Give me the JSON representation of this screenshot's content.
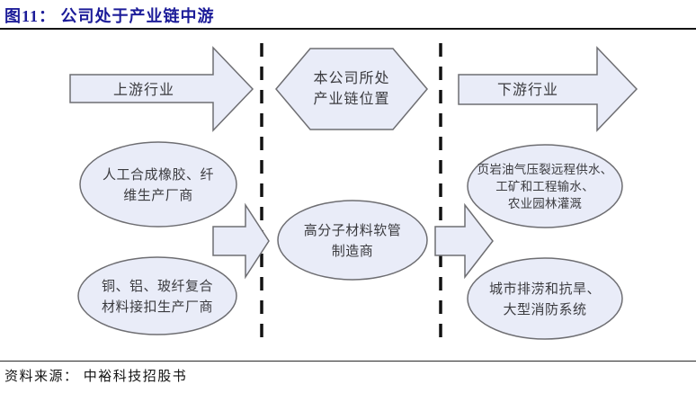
{
  "header": {
    "title": "图11： 公司处于产业链中游"
  },
  "diagram": {
    "upstream_arrow_label": "上游行业",
    "position_hexagon": {
      "line1": "本公司所处",
      "line2": "产业链位置"
    },
    "downstream_arrow_label": "下游行业",
    "upstream_ellipse_1": {
      "line1": "人工合成橡胶、纤",
      "line2": "维生产厂商"
    },
    "upstream_ellipse_2": {
      "line1": "铜、铝、玻纤复合",
      "line2": "材料接扣生产厂商"
    },
    "midstream_ellipse": {
      "line1": "高分子材料软管",
      "line2": "制造商"
    },
    "downstream_ellipse_1": {
      "line1": "页岩油气压裂远程供水、",
      "line2": "工矿和工程输水、",
      "line3": "农业园林灌溉"
    },
    "downstream_ellipse_2": {
      "line1": "城市排涝和抗旱、",
      "line2": "大型消防系统"
    },
    "colors": {
      "title_color": "#1c1c99",
      "shape_fill": "#e9ecf8",
      "shape_stroke": "#6e6e72",
      "divider_color": "#121212"
    }
  },
  "footer": {
    "source": "资料来源： 中裕科技招股书"
  }
}
